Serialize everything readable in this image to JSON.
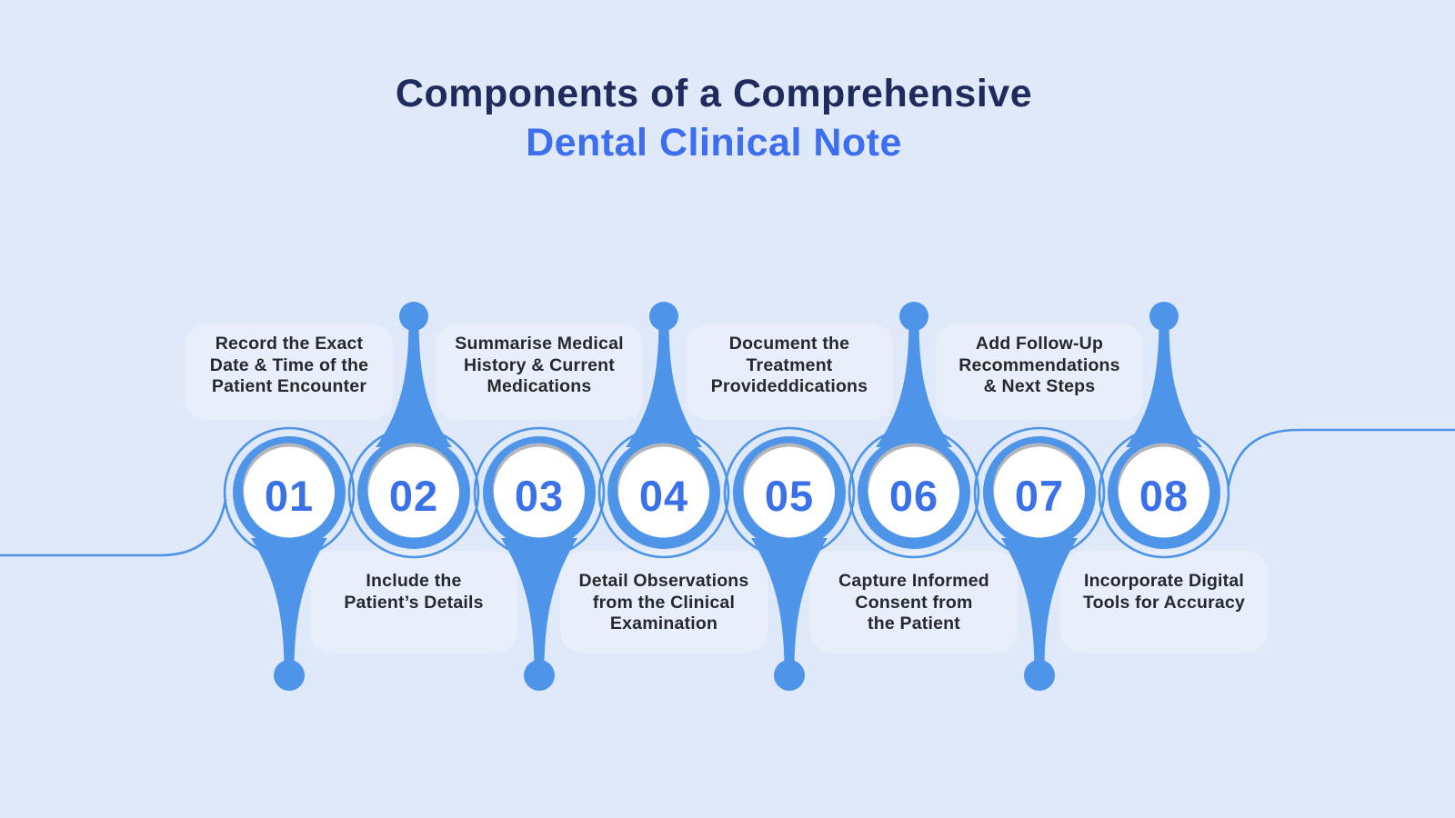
{
  "title": {
    "main": "Components of a Comprehensive",
    "accent": "Dental Clinical Note"
  },
  "colors": {
    "background": "#dfe9f9",
    "shape_blue": "#4e95ea",
    "line_blue": "#4d94e9",
    "number_blue": "#3a70e8",
    "title_navy": "#1f2b5c",
    "title_accent_blue": "#3d6ef0",
    "label_text": "#27272e",
    "circle_fill": "#ffffff",
    "circle_shadow": "#b3b5b9"
  },
  "steps": [
    {
      "number": "01",
      "label": "Record the Exact\nDate & Time of the\nPatient Encounter",
      "label_position": "top"
    },
    {
      "number": "02",
      "label": "Include the\nPatient’s Details",
      "label_position": "bottom"
    },
    {
      "number": "03",
      "label": "Summarise Medical\nHistory & Current\nMedications",
      "label_position": "top"
    },
    {
      "number": "04",
      "label": "Detail Observations\nfrom the Clinical\nExamination",
      "label_position": "bottom"
    },
    {
      "number": "05",
      "label": "Document the\nTreatment\nProvideddications",
      "label_position": "top"
    },
    {
      "number": "06",
      "label": "Capture Informed\nConsent from\nthe Patient",
      "label_position": "bottom"
    },
    {
      "number": "07",
      "label": "Add Follow-Up\nRecommendations\n& Next Steps",
      "label_position": "top"
    },
    {
      "number": "08",
      "label": "Incorporate Digital\nTools for Accuracy",
      "label_position": "bottom"
    }
  ]
}
